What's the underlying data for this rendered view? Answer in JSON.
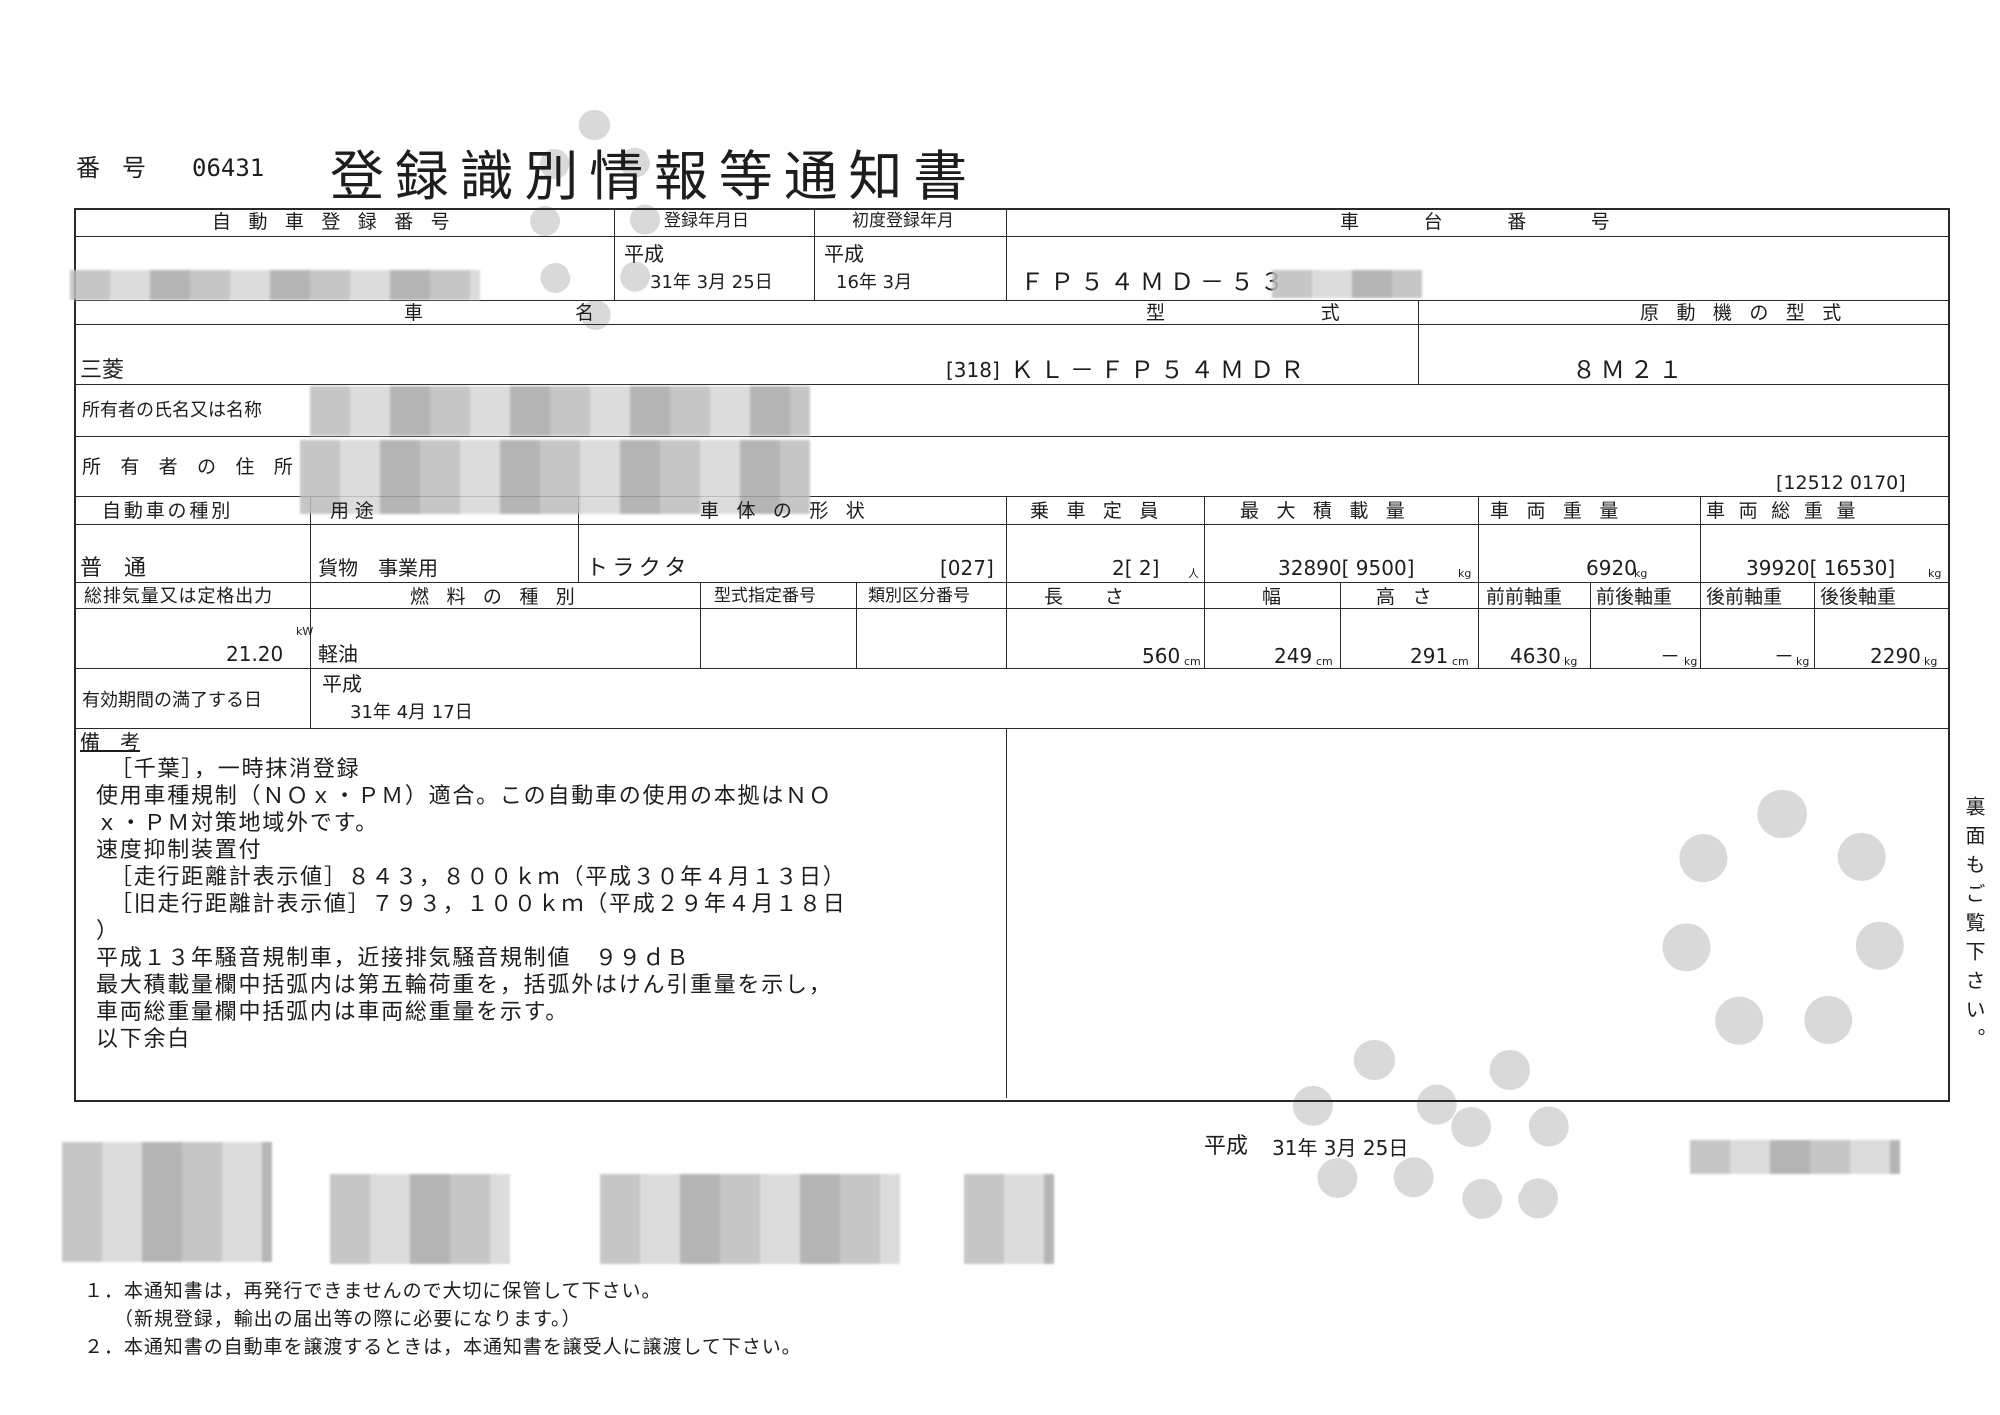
{
  "header": {
    "number_label": "番 号",
    "number": "06431",
    "title": "登録識別情報等通知書"
  },
  "row1": {
    "reg_number_hdr": "自 動 車 登 録 番 号",
    "reg_date_hdr": "登録年月日",
    "first_reg_hdr": "初度登録年月",
    "chassis_hdr": "車　台　番　号",
    "era1": "平成",
    "reg_date": "31年 3月 25日",
    "era2": "平成",
    "first_reg": "16年 3月",
    "chassis_no": "ＦＰ５４ＭＤ－５３"
  },
  "row2": {
    "car_name_hdr": "車　　　　名",
    "model_hdr": "型　　　式",
    "engine_hdr": "原 動 機 の 型 式",
    "car_name": "三菱",
    "model_code": "[318]",
    "model": "ＫＬ－ＦＰ５４ＭＤＲ",
    "engine": "８Ｍ２１"
  },
  "owner": {
    "name_label": "所有者の氏名又は名称",
    "address_label": "所 有 者 の 住 所",
    "code": "[12512 0170]"
  },
  "row3": {
    "kind_hdr": "自動車の種別",
    "use_hdr": "用途",
    "body_hdr": "車 体 の 形 状",
    "capacity_hdr": "乗 車 定 員",
    "max_load_hdr": "最 大 積 載 量",
    "weight_hdr": "車 両 重 量",
    "gross_hdr": "車 両 総 重 量",
    "kind": "普　通",
    "use": "貨物　事業用",
    "body": "トラクタ",
    "body_code": "[027]",
    "capacity": "2[ 2]",
    "capacity_unit": "人",
    "max_load": "32890[ 9500]",
    "max_load_unit": "kg",
    "weight": "6920",
    "weight_unit": "kg",
    "gross": "39920[ 16530]",
    "gross_unit": "kg"
  },
  "row4": {
    "displacement_hdr": "総排気量又は定格出力",
    "fuel_hdr": "燃 料 の 種 別",
    "type_designation_hdr": "型式指定番号",
    "class_hdr": "類別区分番号",
    "length_hdr": "長　さ",
    "width_hdr": "幅",
    "height_hdr": "高 さ",
    "ff_axle_hdr": "前前軸重",
    "fr_axle_hdr": "前後軸重",
    "rf_axle_hdr": "後前軸重",
    "rr_axle_hdr": "後後軸重",
    "displacement": "21.20",
    "displacement_unit": "kW",
    "fuel": "軽油",
    "length": "560",
    "width": "249",
    "height": "291",
    "cm": "cm",
    "ff_axle": "4630",
    "rr_axle": "2290",
    "kg": "kg",
    "dash": "－"
  },
  "expiry": {
    "label": "有効期間の満了する日",
    "era": "平成",
    "date": "31年 4月 17日"
  },
  "remarks": {
    "label": "備　考",
    "lines": [
      "［千葉］，一時抹消登録",
      "使用車種規制（ＮＯｘ・ＰＭ）適合。この自動車の使用の本拠はＮＯ",
      "ｘ・ＰＭ対策地域外です。",
      "速度抑制装置付",
      "［走行距離計表示値］８４３，８００ｋｍ（平成３０年４月１３日）",
      "［旧走行距離計表示値］７９３，１００ｋｍ（平成２９年４月１８日",
      "）",
      "平成１３年騒音規制車，近接排気騒音規制値　９９ｄＢ",
      "最大積載量欄中括弧内は第五輪荷重を，括弧外はけん引重量を示し，",
      "車両総重量欄中括弧内は車両総重量を示す。",
      "以下余白"
    ]
  },
  "side_note": "裏面もご覧下さい。",
  "issue_date": {
    "era": "平成",
    "date": "31年 3月 25日"
  },
  "footer": {
    "notes": [
      "１．本通知書は，再発行できませんので大切に保管して下さい。",
      "（新規登録，輸出の届出等の際に必要になります。）",
      "２．本通知書の自動車を譲渡するときは，本通知書を譲受人に譲渡して下さい。"
    ]
  }
}
